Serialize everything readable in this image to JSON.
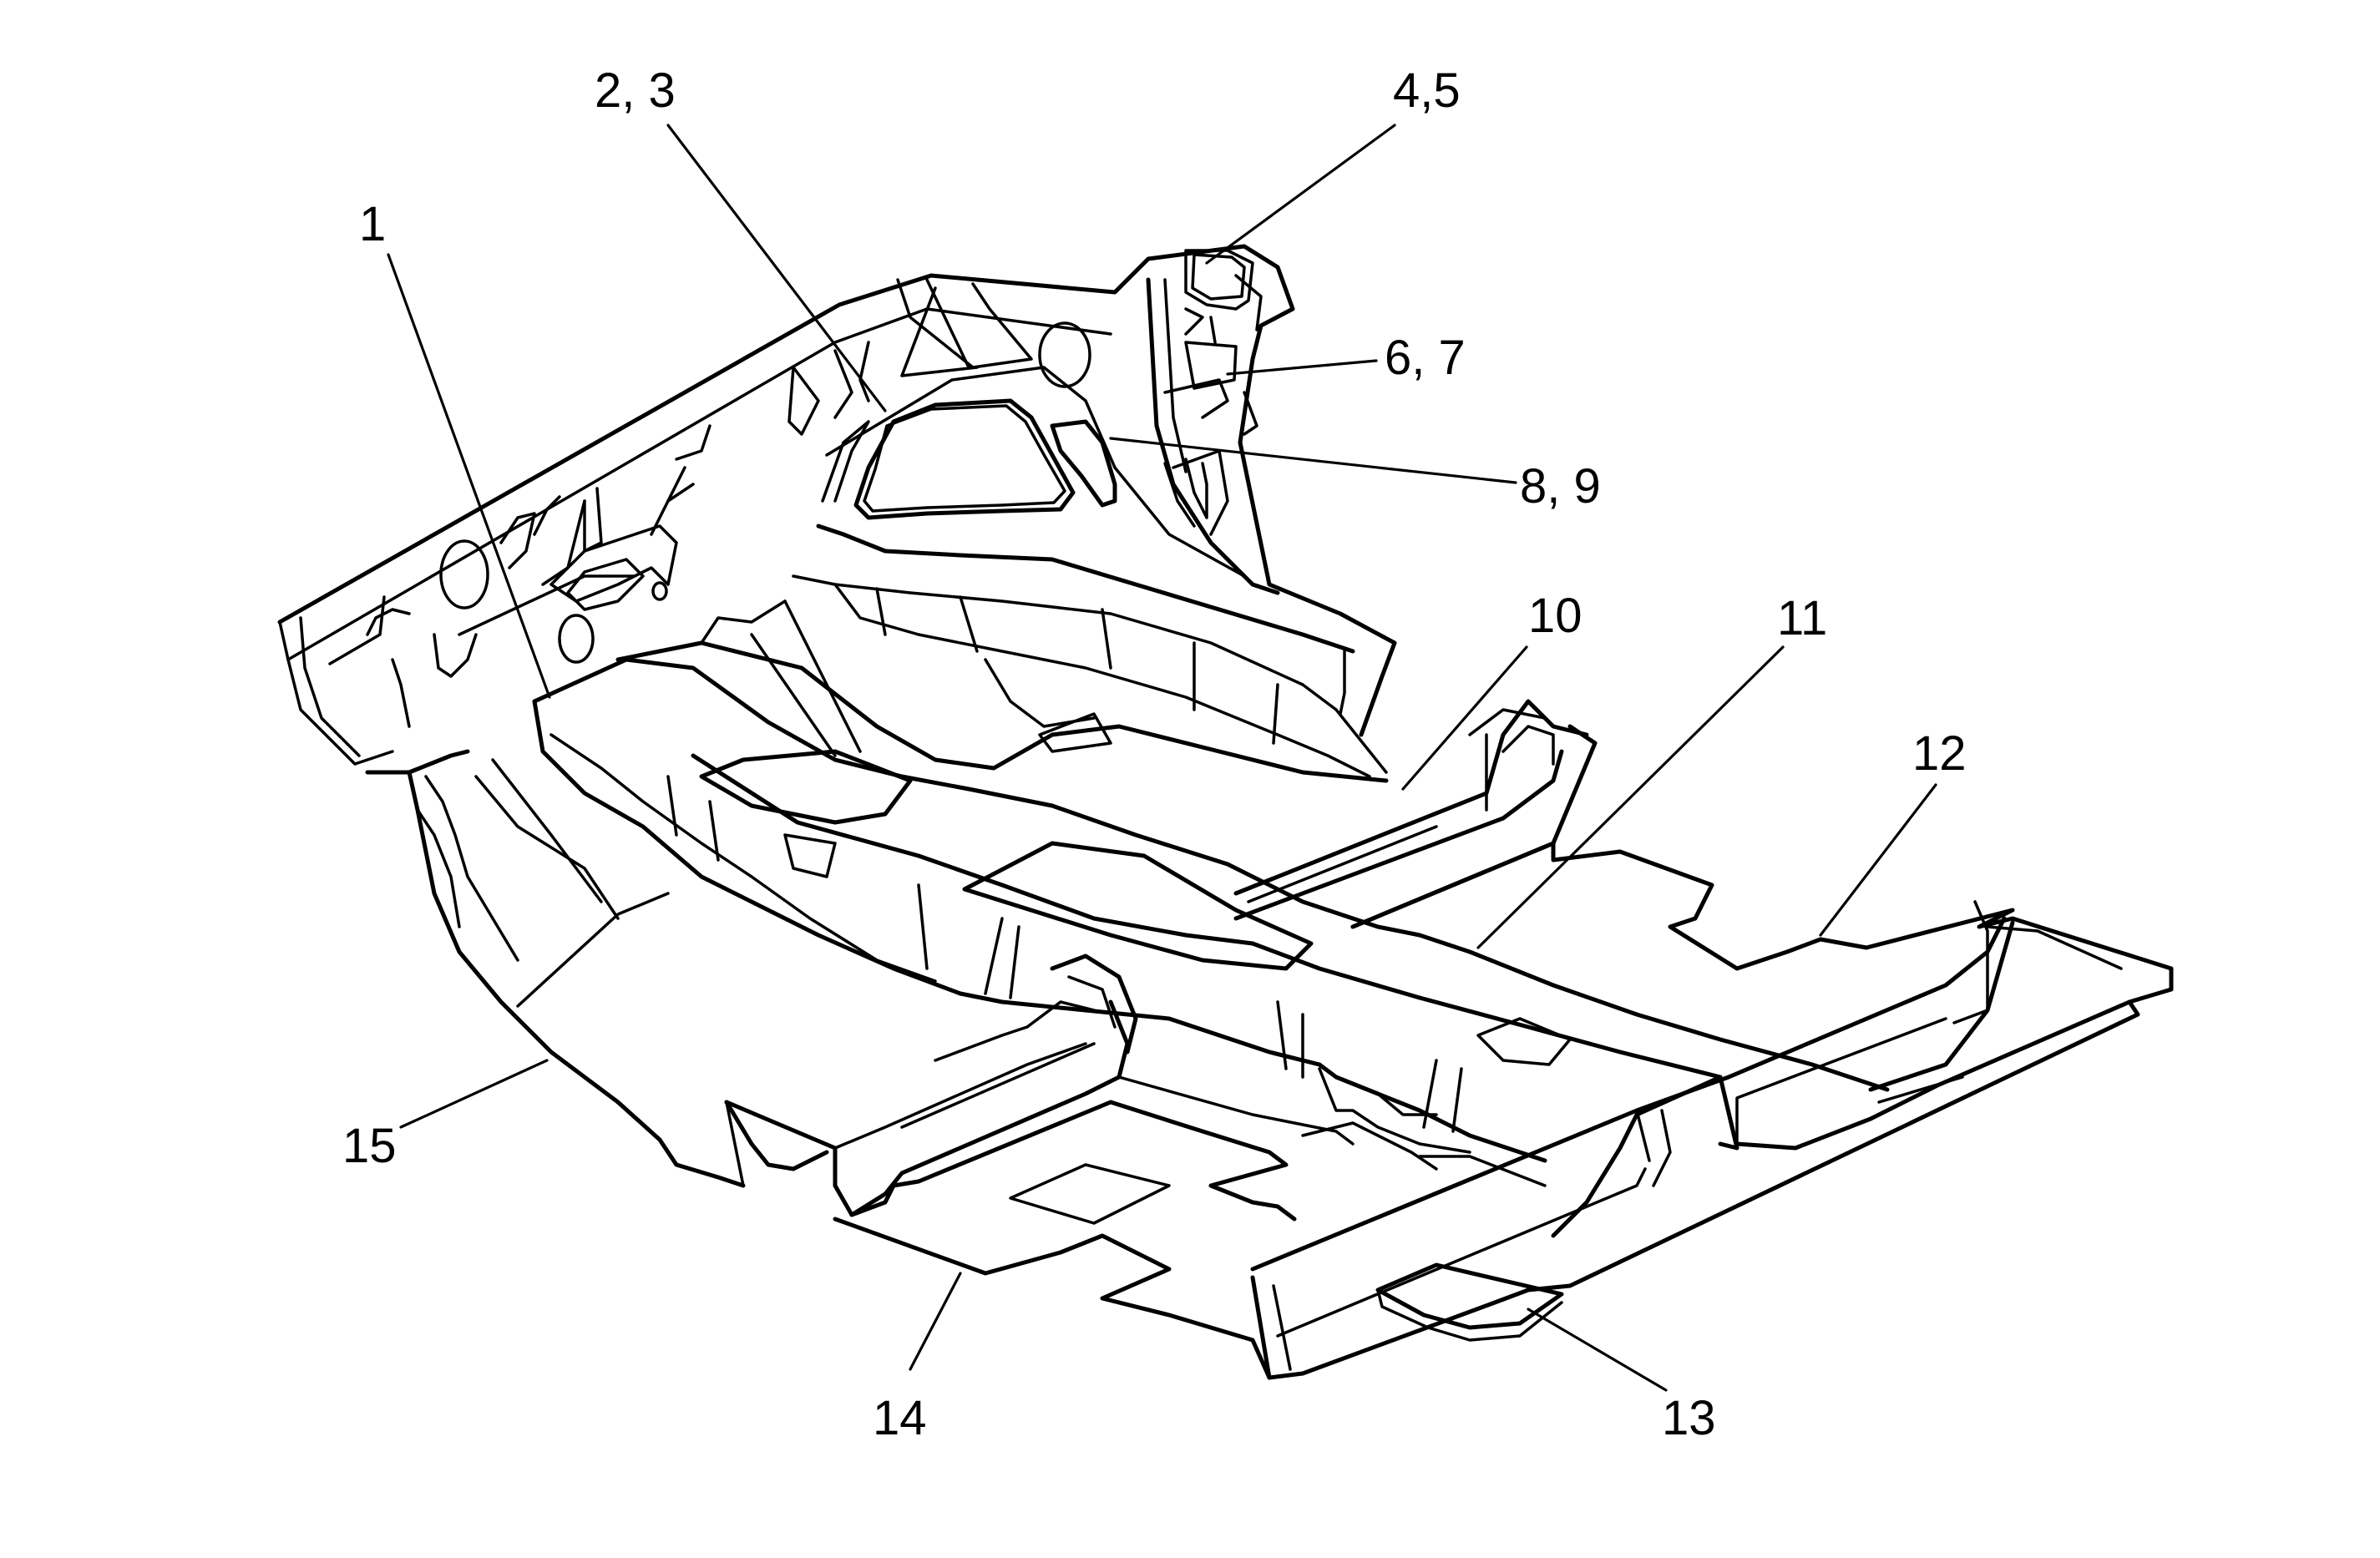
{
  "figure": {
    "callouts": [
      "1",
      "2, 3",
      "4,5",
      "6, 7",
      "8, 9",
      "10",
      "11",
      "12",
      "13",
      "14",
      "15"
    ]
  }
}
